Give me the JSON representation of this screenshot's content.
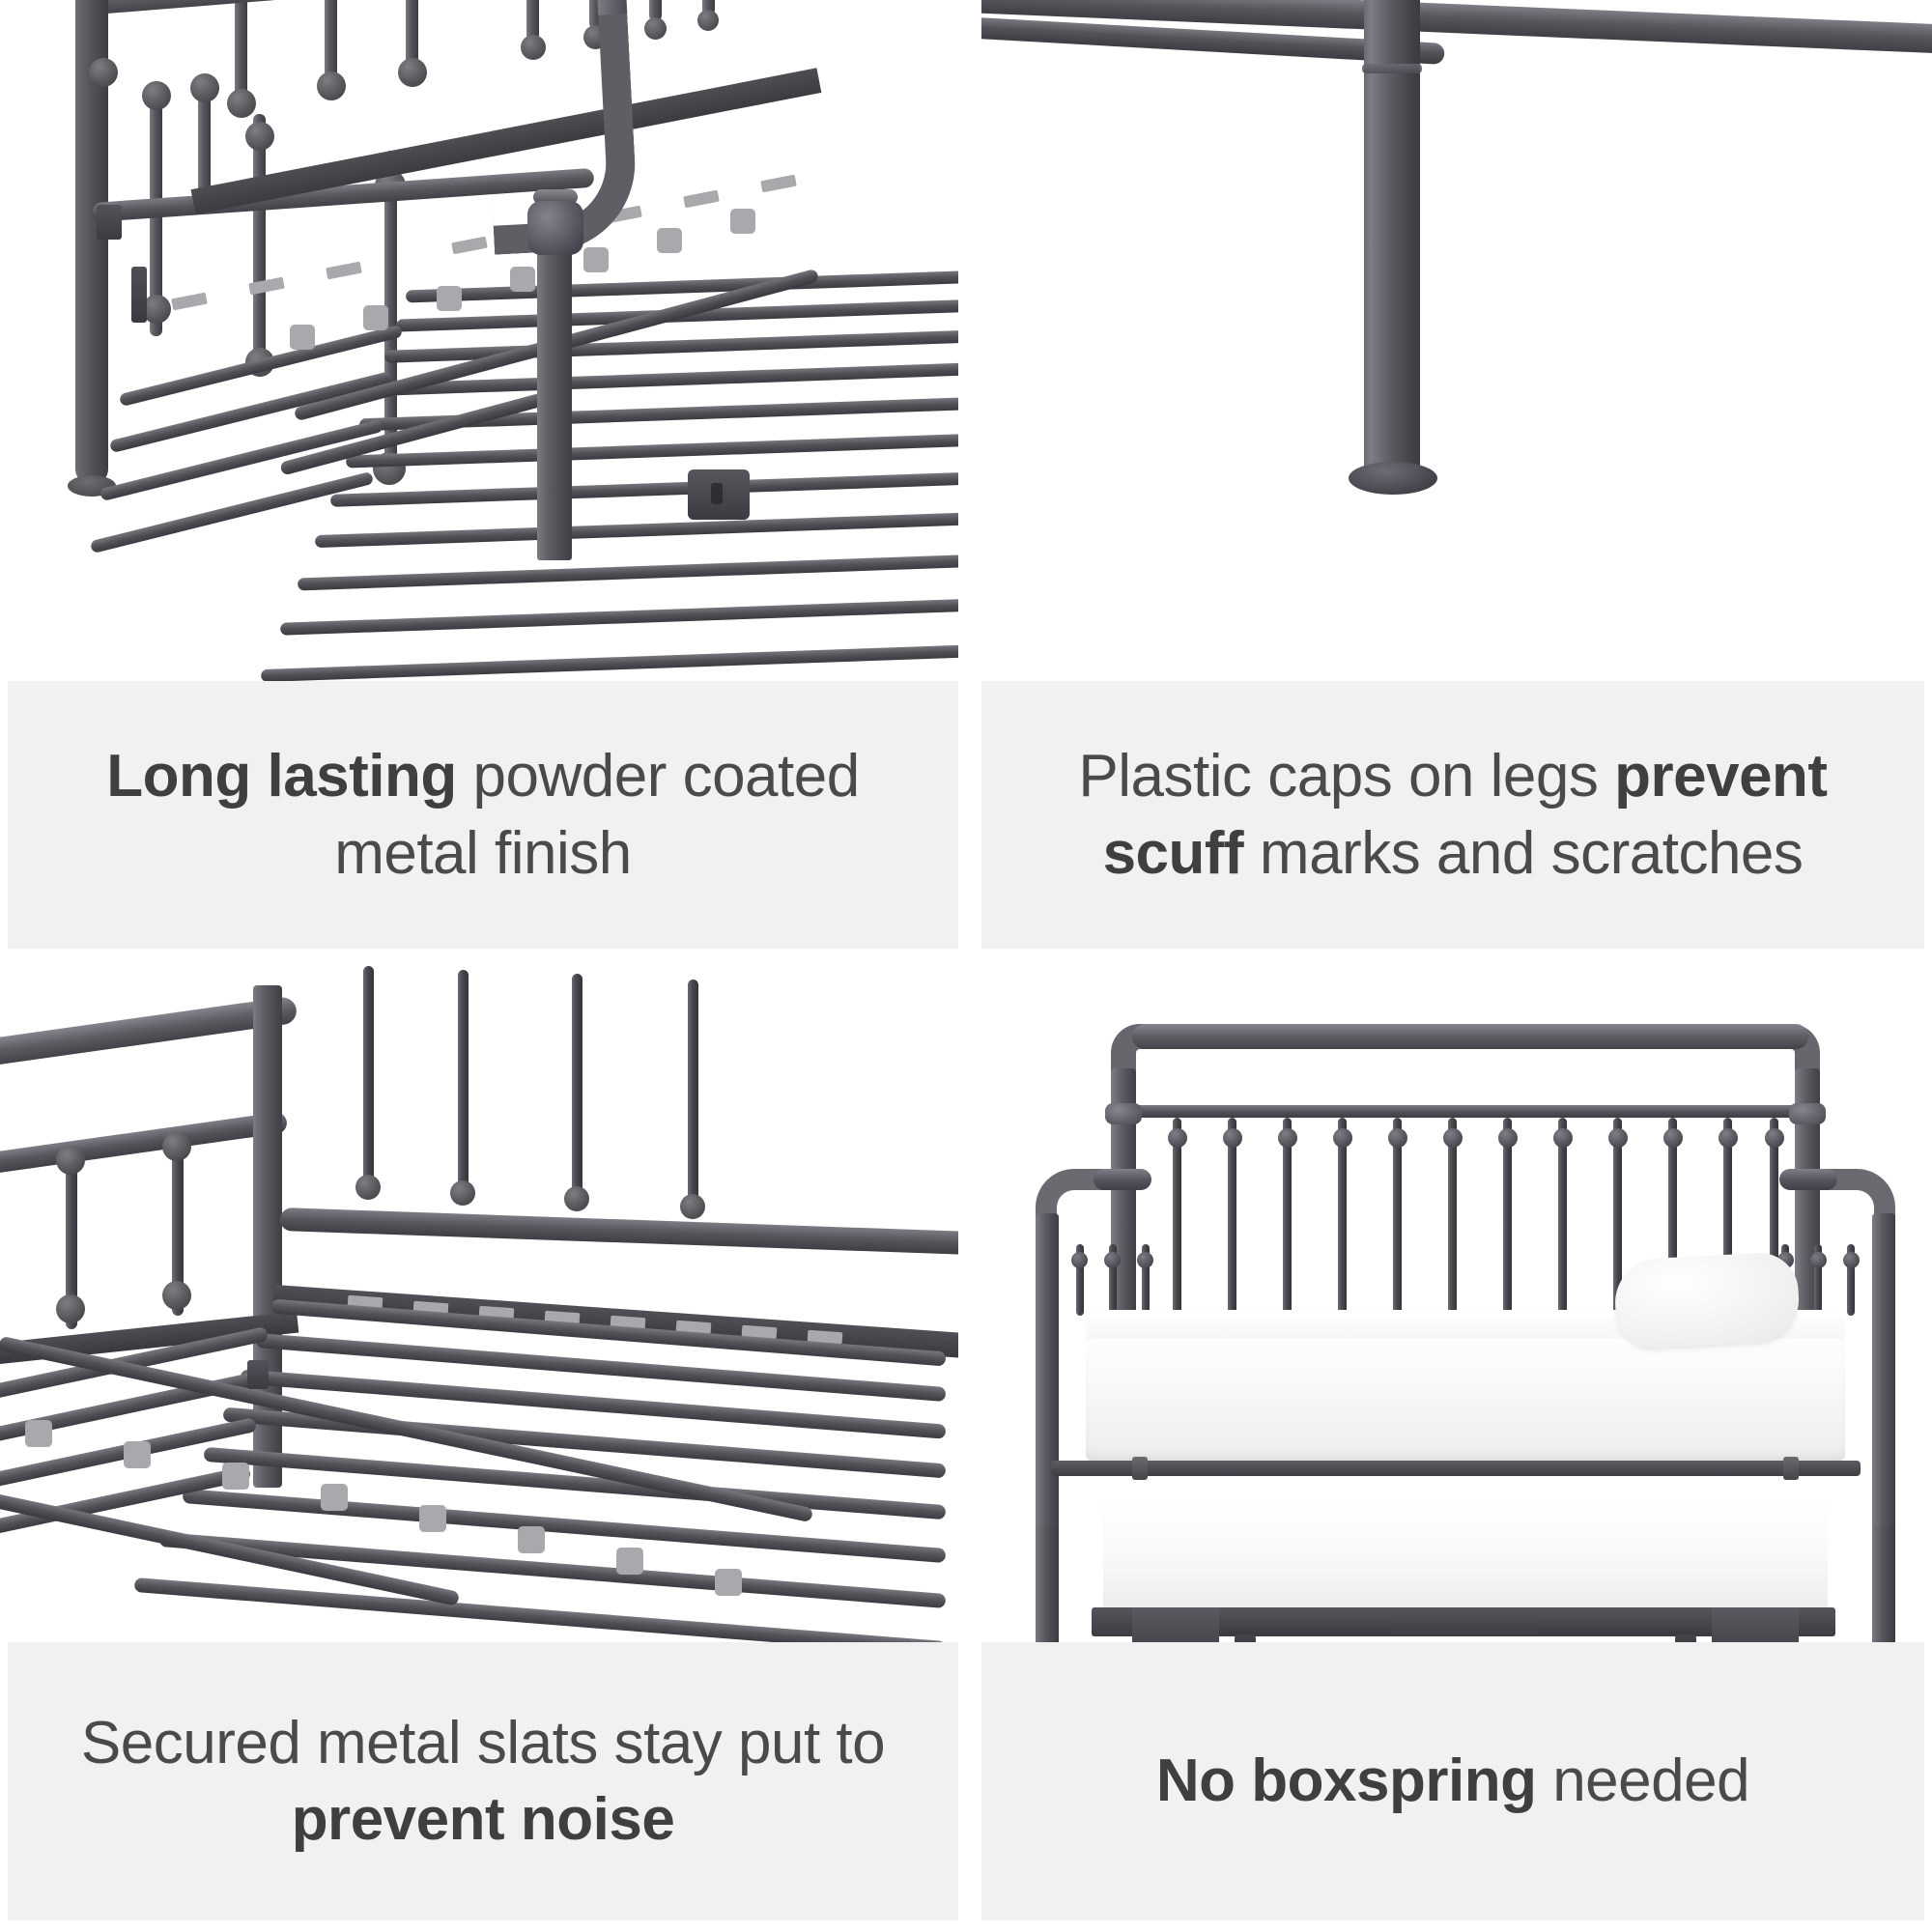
{
  "layout": {
    "type": "feature-grid",
    "columns": 2,
    "rows": 2,
    "background_color": "#ffffff",
    "caption_band_color": "#f1f1f1",
    "caption_text_color": "#4a4a4a",
    "metal_color": "#5a5a5e",
    "mattress_color": "#ffffff"
  },
  "features": [
    {
      "id": "powder-coat",
      "caption_html": "<b>Long lasting</b> powder coated metal finish",
      "caption_plain": "Long lasting powder coated metal finish",
      "bold_part": "Long lasting",
      "image_alt": "Close-up of angled grey metal daybed corner showing powder coated tubular frame, ball finials and slat deck"
    },
    {
      "id": "plastic-caps",
      "caption_html": "Plastic caps on legs <b>prevent scuff</b> marks and scratches",
      "caption_plain": "Plastic caps on legs prevent scuff marks and scratches",
      "bold_part": "prevent scuff",
      "image_alt": "Close-up of a single cylindrical metal bed leg with a plastic protective cap at the base"
    },
    {
      "id": "secured-slats",
      "caption_html": "Secured metal slats stay put to <b>prevent noise</b>",
      "caption_plain": "Secured metal slats stay put to prevent noise",
      "bold_part": "prevent noise",
      "image_alt": "Close-up of daybed interior showing metal slats fastened with light grey clips to the side rails"
    },
    {
      "id": "no-boxspring",
      "caption_html": "<b>No boxspring</b> needed",
      "caption_plain": "No boxspring needed",
      "bold_part": "No boxspring",
      "image_alt": "Full front view of grey metal daybed with white mattress, white pillow and pull-out trundle bed below"
    }
  ],
  "product": {
    "name": "Metal daybed with trundle",
    "frame_finish": "Grey powder coated metal",
    "headboard_spindle_count": 12,
    "armrest_spindle_count": 3,
    "has_trundle": true,
    "has_casters": true,
    "pillow_count": 1
  }
}
